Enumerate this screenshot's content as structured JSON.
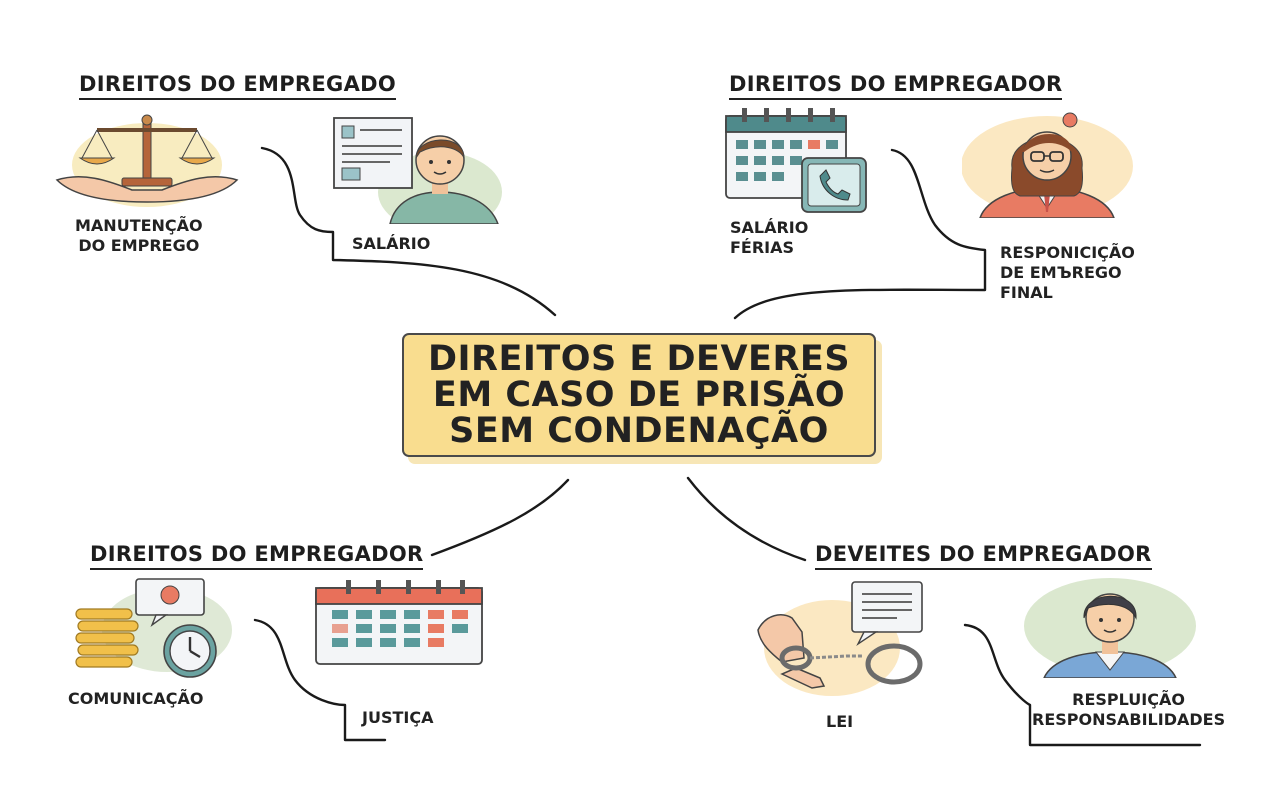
{
  "center": {
    "title": "DIREITOS E DEVERES\nEM CASO DE PRISÃO\nSEM CONDENAÇÃO"
  },
  "top_left": {
    "heading": "DIREITOS DO EMPREGADO",
    "items": [
      "MANUTENÇÃO\nDO EMPREGO",
      "SALÁRIO"
    ],
    "icons": [
      "scales-hands-icon",
      "document-worker-icon"
    ]
  },
  "top_right": {
    "heading": "DIREITOS DO EMPREGADOR",
    "items": [
      "SALÁRIO\nFÉRIAS",
      "RESPONICIÇÃO\nDE EMЪREGO\nFINAL"
    ],
    "icons": [
      "calendar-phone-icon",
      "woman-glasses-icon"
    ]
  },
  "bottom_left": {
    "heading": "DIREITOS DO EMPREGADOR",
    "items": [
      "COMUNICAÇÃO",
      "JUSTIÇA"
    ],
    "icons": [
      "coins-clock-icon",
      "calendar-icon"
    ]
  },
  "bottom_right": {
    "heading": "DEVEITES DO EMPREGADOR",
    "items": [
      "LEI",
      "RESPLUIÇÃO\nRESPONSABILIDADES"
    ],
    "icons": [
      "handcuffs-icon",
      "man-portrait-icon"
    ]
  }
}
